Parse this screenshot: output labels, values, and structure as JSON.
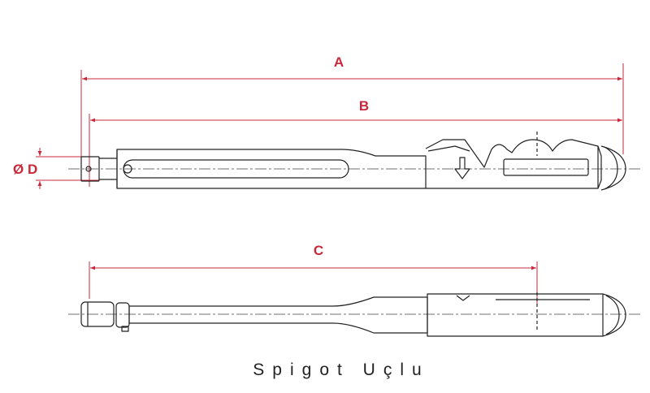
{
  "dimensions": {
    "a_label": "A",
    "b_label": "B",
    "c_label": "C",
    "d_label": "Ø D"
  },
  "caption": "Spigot Uçlu",
  "colors": {
    "dimension": "#c8283a",
    "outline": "#222222",
    "centerline": "#444444"
  }
}
